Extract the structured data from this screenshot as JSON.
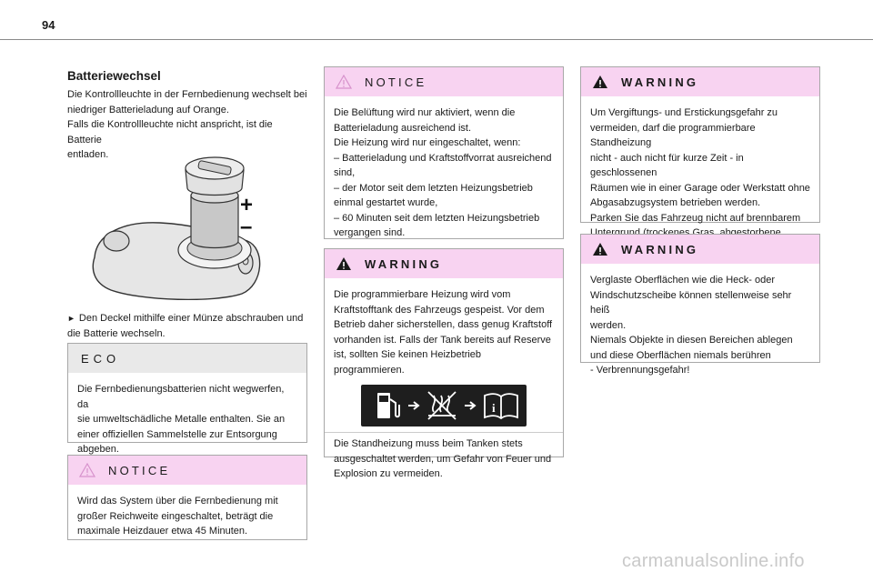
{
  "page": {
    "number": "94"
  },
  "section": {
    "title": "Batteriewechsel",
    "intro": "Die Kontrollleuchte in der Fernbedienung wechselt bei\nniedriger Batterieladung auf Orange.\nFalls die Kontrollleuchte nicht anspricht, ist die Batterie\nentladen.",
    "illustration_marks": {
      "plus": "+",
      "minus": "–"
    },
    "step": "Den Deckel mithilfe einer Münze abschrauben und\ndie Batterie wechseln."
  },
  "eco": {
    "label": "ECO",
    "text": "Die Fernbedienungsbatterien nicht wegwerfen, da\nsie umweltschädliche Metalle enthalten. Sie an\neiner offiziellen Sammelstelle zur Entsorgung\nabgeben."
  },
  "notice_left": {
    "label": "NOTICE",
    "text": "Wird das System über die Fernbedienung mit\ngroßer Reichweite eingeschaltet, beträgt die\nmaximale Heizdauer etwa 45 Minuten."
  },
  "notice_middle": {
    "label": "NOTICE",
    "text": "Die Belüftung wird nur aktiviert, wenn die\nBatterieladung ausreichend ist.\nDie Heizung wird nur eingeschaltet, wenn:\n–  Batterieladung und Kraftstoffvorrat ausreichend\nsind,\n–  der Motor seit dem letzten Heizungsbetrieb\neinmal gestartet wurde,\n–  60 Minuten seit dem letzten Heizungsbetrieb\nvergangen sind."
  },
  "warning_middle": {
    "label": "WARNING",
    "text": "Die programmierbare Heizung wird vom\nKraftstofftank des Fahrzeugs gespeist. Vor dem\nBetrieb daher sicherstellen, dass genug Kraftstoff\nvorhanden ist. Falls der Tank bereits auf Reserve\nist, sollten Sie keinen Heizbetrieb programmieren.",
    "text_after": "Die Standheizung muss beim Tanken stets\nausgeschaltet werden, um Gefahr von Feuer und\nExplosion zu vermeiden."
  },
  "warning_right_1": {
    "label": "WARNING",
    "text": "Um Vergiftungs- und Erstickungsgefahr zu\nvermeiden, darf die programmierbare Standheizung\nnicht - auch nicht für kurze Zeit - in geschlossenen\nRäumen wie in einer Garage oder Werkstatt ohne\nAbgasabzugsystem betrieben werden.\nParken Sie das Fahrzeug nicht auf brennbarem\nUntergrund (trockenes Gras, abgestorbene Blätter\nusw.) - es besteht Brandgefahr!"
  },
  "warning_right_2": {
    "label": "WARNING",
    "text": "Verglaste Oberflächen wie die Heck- oder\nWindschutzscheibe können stellenweise sehr heiß\nwerden.\nNiemals Objekte in diesen Bereichen ablegen\nund diese Oberflächen niemals berühren\n- Verbrennungsgefahr!"
  },
  "watermark": "carmanualsonline.info",
  "colors": {
    "notice_header": "#f8d3f1",
    "eco_header": "#e9e9e9",
    "warning_icon": "#1a1a1a",
    "notice_icon": "#e2a2d8"
  }
}
